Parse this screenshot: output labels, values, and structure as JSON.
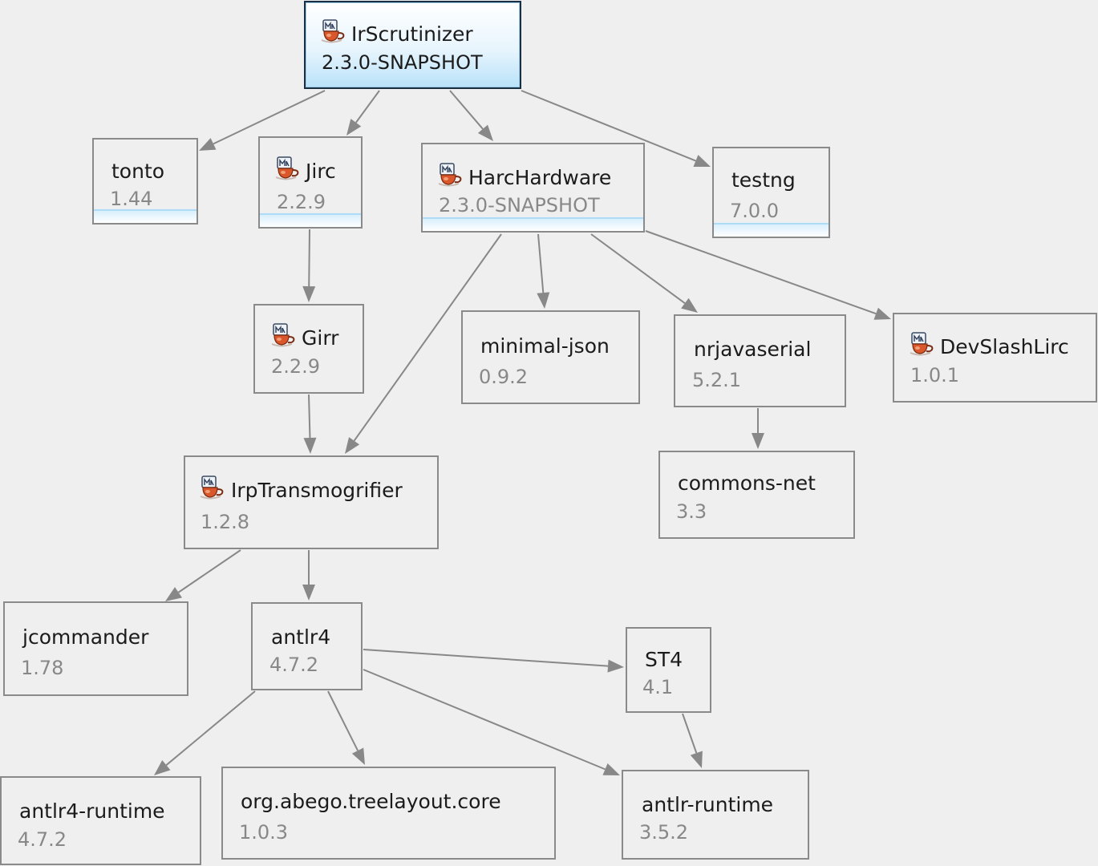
{
  "nodes": [
    {
      "id": "irscrutinizer",
      "name": "IrScrutinizer",
      "version": "2.3.0-SNAPSHOT",
      "project_icon": "maven-project-icon"
    },
    {
      "id": "tonto",
      "name": "tonto",
      "version": "1.44"
    },
    {
      "id": "jirc",
      "name": "Jirc",
      "version": "2.2.9",
      "project_icon": "maven-project-icon"
    },
    {
      "id": "harchardware",
      "name": "HarcHardware",
      "version": "2.3.0-SNAPSHOT",
      "project_icon": "maven-project-icon"
    },
    {
      "id": "testng",
      "name": "testng",
      "version": "7.0.0"
    },
    {
      "id": "girr",
      "name": "Girr",
      "version": "2.2.9",
      "project_icon": "maven-project-icon"
    },
    {
      "id": "minimal-json",
      "name": "minimal-json",
      "version": "0.9.2"
    },
    {
      "id": "nrjavaserial",
      "name": "nrjavaserial",
      "version": "5.2.1"
    },
    {
      "id": "devslashlirc",
      "name": "DevSlashLirc",
      "version": "1.0.1",
      "project_icon": "maven-project-icon"
    },
    {
      "id": "irptransmogrifier",
      "name": "IrpTransmogrifier",
      "version": "1.2.8",
      "project_icon": "maven-project-icon"
    },
    {
      "id": "commons-net",
      "name": "commons-net",
      "version": "3.3"
    },
    {
      "id": "jcommander",
      "name": "jcommander",
      "version": "1.78"
    },
    {
      "id": "antlr4",
      "name": "antlr4",
      "version": "4.7.2"
    },
    {
      "id": "st4",
      "name": "ST4",
      "version": "4.1"
    },
    {
      "id": "antlr4-runtime",
      "name": "antlr4-runtime",
      "version": "4.7.2"
    },
    {
      "id": "treelayout",
      "name": "org.abego.treelayout.core",
      "version": "1.0.3"
    },
    {
      "id": "antlr-runtime",
      "name": "antlr-runtime",
      "version": "3.5.2"
    }
  ],
  "edges": [
    {
      "from": "irscrutinizer",
      "to": "tonto"
    },
    {
      "from": "irscrutinizer",
      "to": "jirc"
    },
    {
      "from": "irscrutinizer",
      "to": "harchardware"
    },
    {
      "from": "irscrutinizer",
      "to": "testng"
    },
    {
      "from": "jirc",
      "to": "girr"
    },
    {
      "from": "girr",
      "to": "irptransmogrifier"
    },
    {
      "from": "harchardware",
      "to": "irptransmogrifier"
    },
    {
      "from": "harchardware",
      "to": "minimal-json"
    },
    {
      "from": "harchardware",
      "to": "nrjavaserial"
    },
    {
      "from": "harchardware",
      "to": "devslashlirc"
    },
    {
      "from": "nrjavaserial",
      "to": "commons-net"
    },
    {
      "from": "irptransmogrifier",
      "to": "jcommander"
    },
    {
      "from": "irptransmogrifier",
      "to": "antlr4"
    },
    {
      "from": "antlr4",
      "to": "st4"
    },
    {
      "from": "antlr4",
      "to": "antlr4-runtime"
    },
    {
      "from": "antlr4",
      "to": "treelayout"
    },
    {
      "from": "antlr4",
      "to": "antlr-runtime"
    },
    {
      "from": "st4",
      "to": "antlr-runtime"
    }
  ],
  "colors": {
    "background": "#efefef",
    "box_border": "#8a8a8a",
    "edge": "#888888",
    "version_text": "#888888",
    "selected_gradient_end": "#b9e2f9"
  }
}
